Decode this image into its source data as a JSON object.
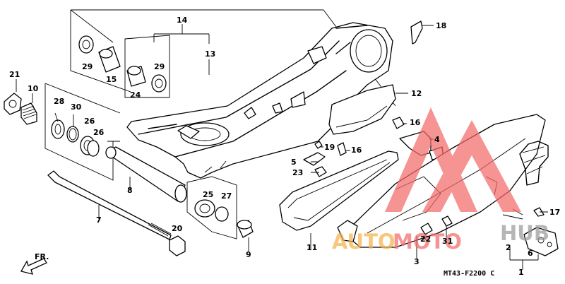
{
  "diagram": {
    "code": "MT43-F2200 C",
    "direction_label": "FR.",
    "part_numbers": [
      "1",
      "2",
      "3",
      "4",
      "5",
      "6",
      "7",
      "8",
      "9",
      "10",
      "11",
      "12",
      "13",
      "14",
      "15",
      "16",
      "16",
      "17",
      "18",
      "19",
      "20",
      "21",
      "22",
      "23",
      "24",
      "25",
      "26",
      "26",
      "27",
      "28",
      "29",
      "29",
      "30",
      "31"
    ]
  },
  "watermark": {
    "brand_a": "AUTO",
    "brand_b": "MOTO",
    "brand_c": "HUB",
    "colors": {
      "red": "#f36b6b",
      "orange": "#f5b24a",
      "gray": "#9a9a9a"
    }
  }
}
